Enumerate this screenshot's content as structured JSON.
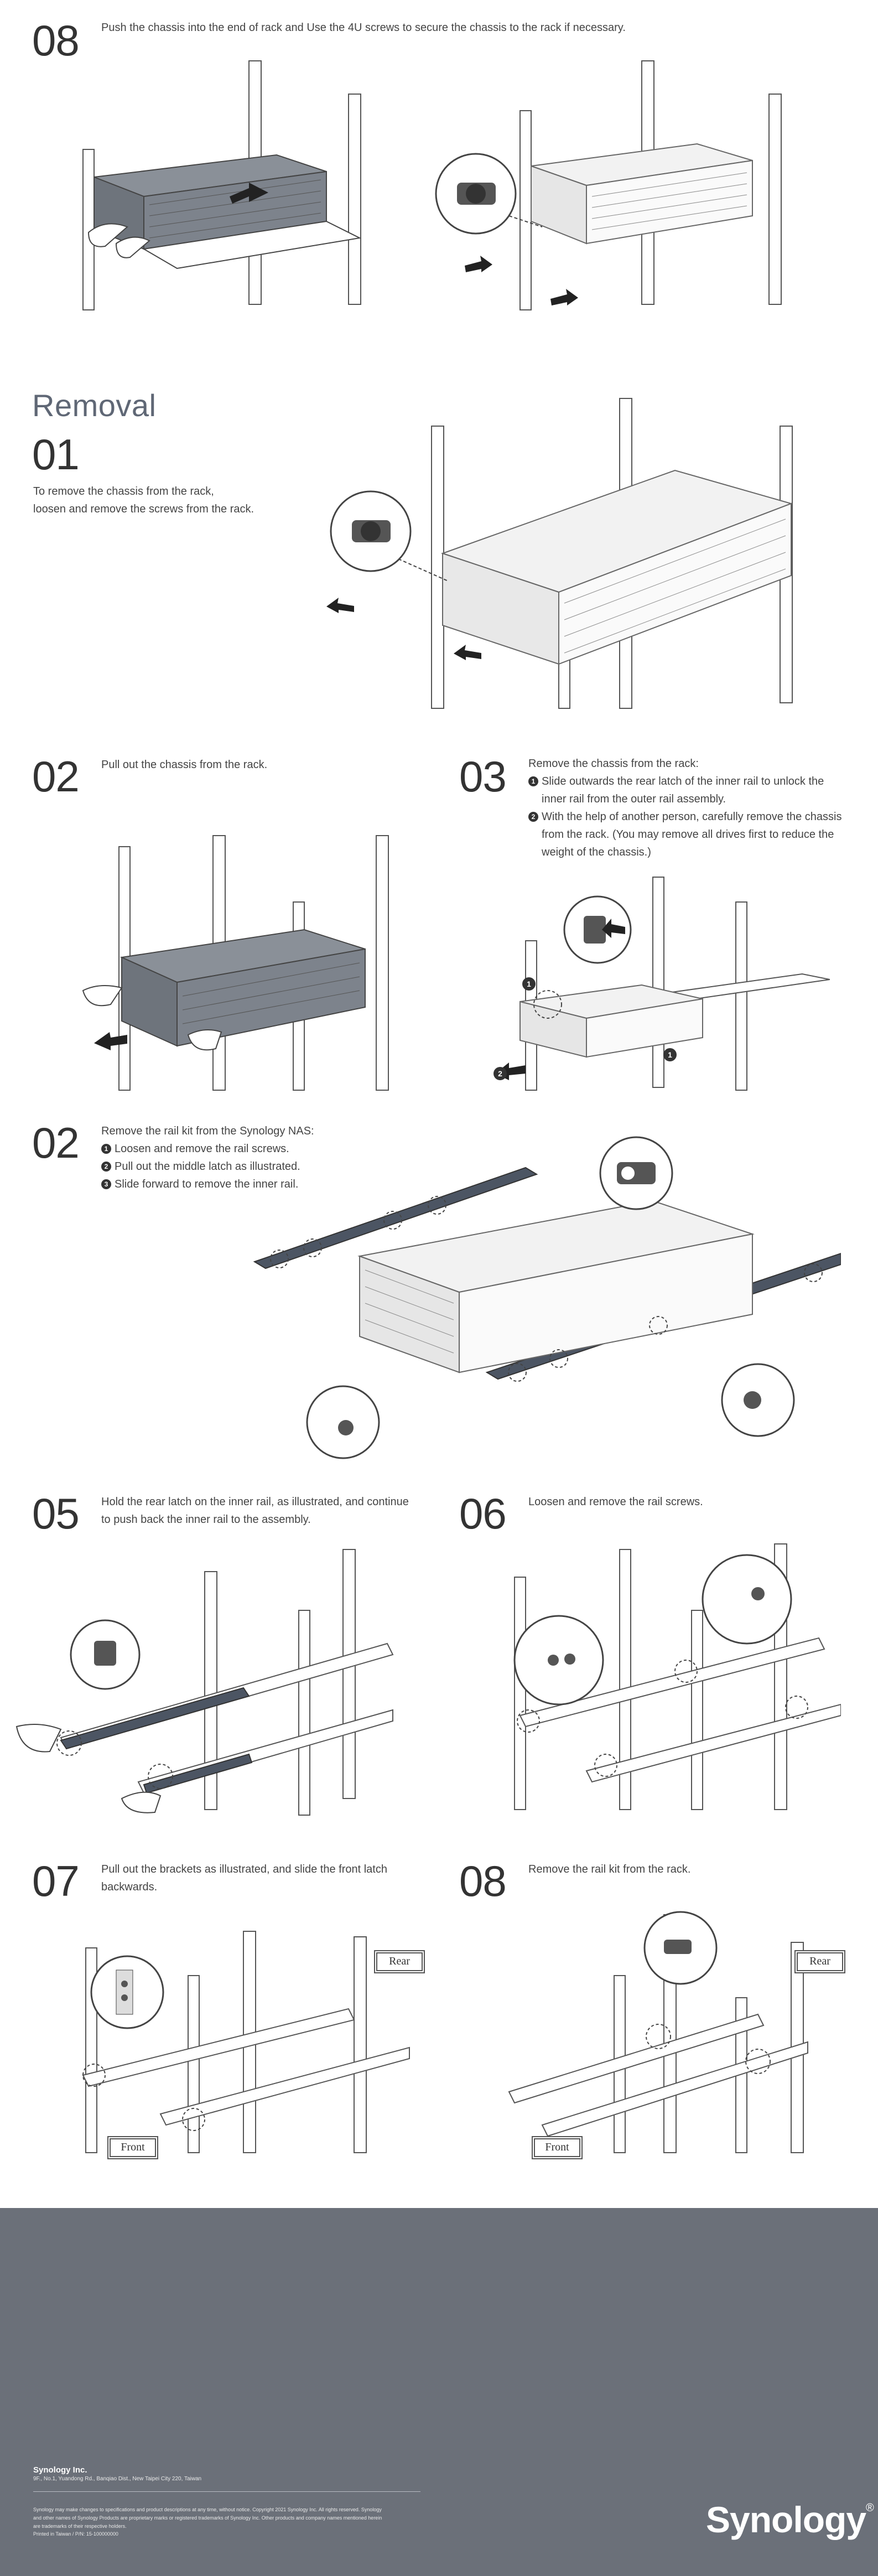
{
  "steps": {
    "install_08": {
      "number": "08",
      "text": "Push the chassis into the end of rack and Use the 4U screws to secure the chassis to the rack if necessary."
    },
    "removal_title": "Removal",
    "removal_01": {
      "number": "01",
      "line1": "To remove the chassis from the rack,",
      "line2": "loosen and remove the screws from the rack."
    },
    "removal_02": {
      "number": "02",
      "text": "Pull out the chassis from the rack."
    },
    "removal_03": {
      "number": "03",
      "intro": "Remove the chassis from the rack:",
      "items": [
        {
          "marker": "1",
          "line1": "Slide outwards the rear latch of the inner rail to unlock the",
          "line2": "inner rail from the outer rail assembly."
        },
        {
          "marker": "2",
          "line1": "With the help of another person, carefully remove the chassis",
          "line2": "from the rack. (You may remove all drives first to reduce the",
          "line3": "weight of the chassis.)"
        }
      ]
    },
    "removal_04": {
      "number": "02",
      "intro": "Remove the rail kit from the Synology NAS:",
      "items": [
        {
          "marker": "1",
          "text": "Loosen and remove the rail screws."
        },
        {
          "marker": "2",
          "text": "Pull out the middle latch as illustrated."
        },
        {
          "marker": "3",
          "text": "Slide forward to remove the inner rail."
        }
      ]
    },
    "removal_05": {
      "number": "05",
      "line1": "Hold the rear latch on the inner rail, as illustrated, and continue",
      "line2": "to push back the inner rail to the assembly."
    },
    "removal_06": {
      "number": "06",
      "text": "Loosen and remove the rail screws."
    },
    "removal_07": {
      "number": "07",
      "line1": "Pull out the brackets as illustrated, and slide the front latch",
      "line2": "backwards."
    },
    "removal_08": {
      "number": "08",
      "text": "Remove the rail kit from the rack."
    }
  },
  "labels": {
    "rear": "Rear",
    "front": "Front",
    "callouts": [
      "1",
      "2",
      "3"
    ]
  },
  "footer": {
    "company": "Synology Inc.",
    "address": "9F., No.1, Yuandong Rd., Banqiao Dist., New Taipei City 220, Taiwan",
    "legal_line1": "Synology may make changes to specifications and product descriptions at any time, without notice. Copyright 2021 Synology Inc. All rights reserved. Synology",
    "legal_line2": "and other names of Synology Products are proprietary marks or registered trademarks of Synology Inc. Other products and company names mentioned herein",
    "legal_line3": "are trademarks of their respective holders.",
    "print": "Printed in Taiwan  /  P/N: 15-100000000",
    "logo": "Synology",
    "logo_tm": "®"
  },
  "colors": {
    "footer_bg": "#6b7079",
    "section_title": "#5f6775",
    "chassis_dark": "#7d838c",
    "rail_dark": "#4c5563"
  }
}
